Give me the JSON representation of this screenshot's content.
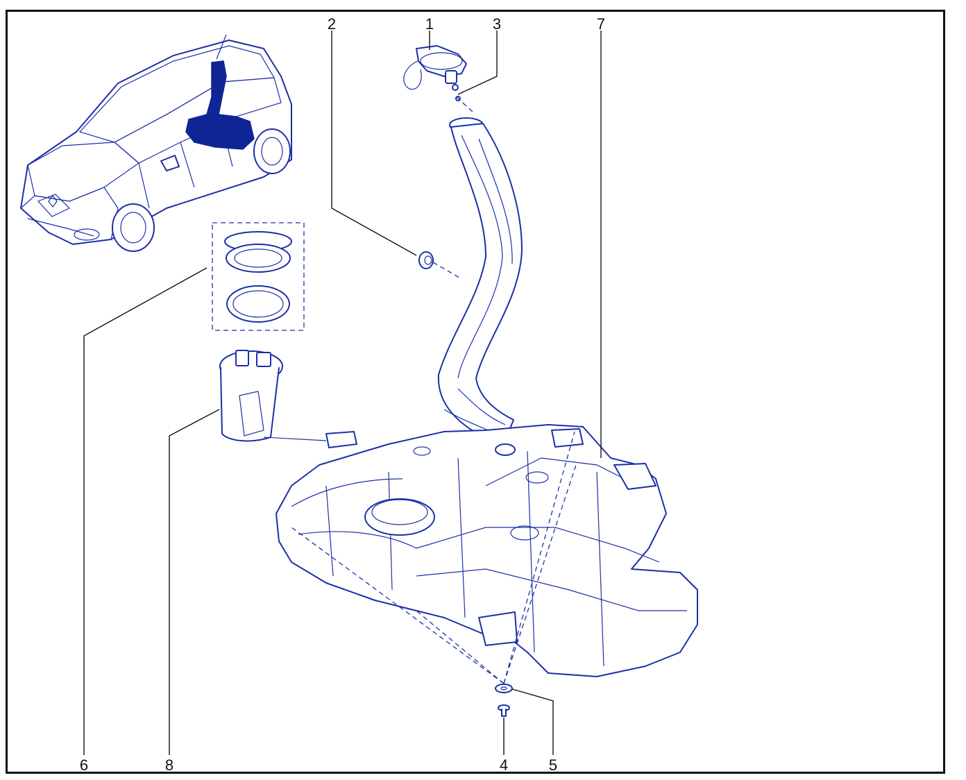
{
  "callouts": [
    {
      "id": 1,
      "label": "1"
    },
    {
      "id": 2,
      "label": "2"
    },
    {
      "id": 3,
      "label": "3"
    },
    {
      "id": 4,
      "label": "4"
    },
    {
      "id": 5,
      "label": "5"
    },
    {
      "id": 6,
      "label": "6"
    },
    {
      "id": 7,
      "label": "7"
    },
    {
      "id": 8,
      "label": "8"
    }
  ],
  "colors": {
    "line_art": "#1a2fa8",
    "highlight_fill": "#0f2596",
    "frame": "#111111"
  }
}
